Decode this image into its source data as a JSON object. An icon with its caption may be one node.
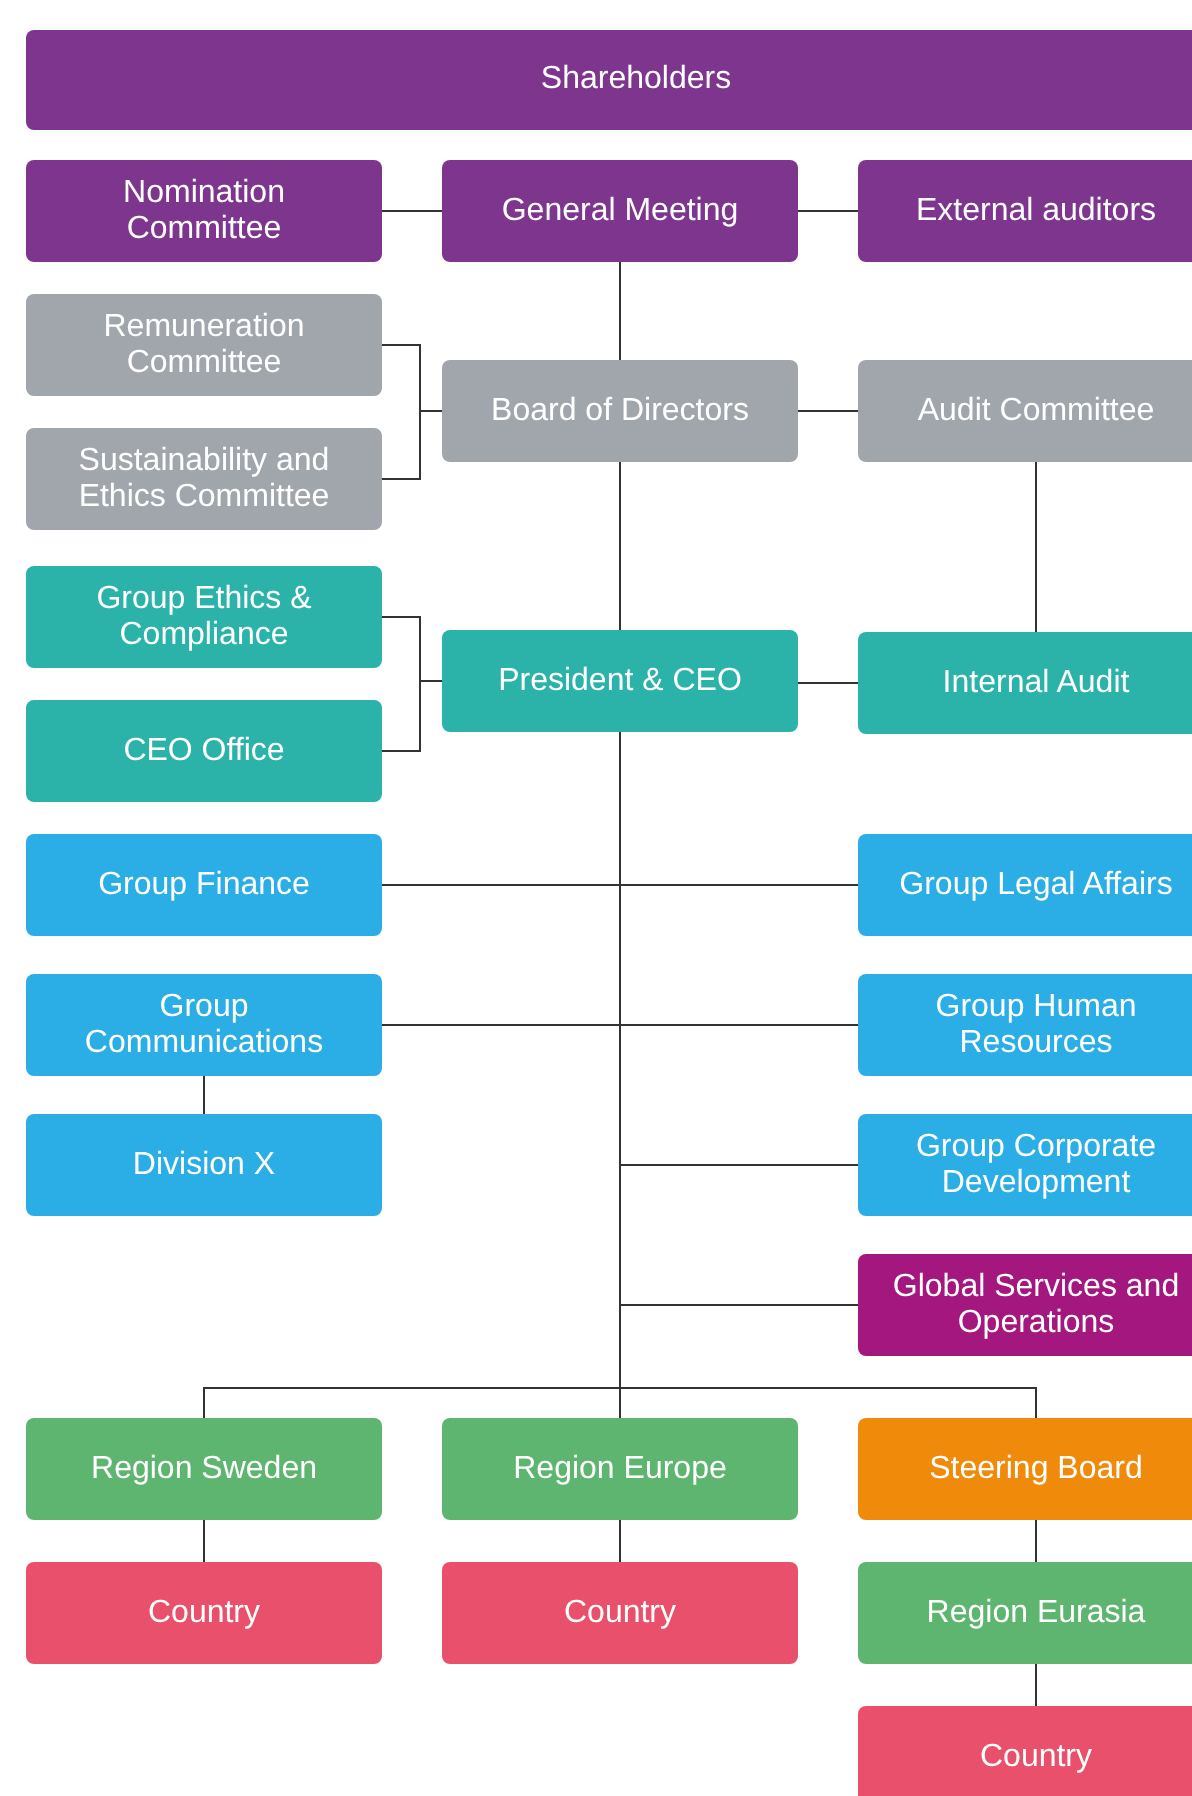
{
  "diagram": {
    "nodes": [
      {
        "text": [
          "Shareholders"
        ]
      },
      {
        "text": [
          "Nomination Committee"
        ]
      },
      {
        "text": [
          "General Meeting"
        ]
      },
      {
        "text": [
          "External auditors"
        ]
      },
      {
        "text": [
          "Remuneration Committee"
        ]
      },
      {
        "text": [
          "Board of Directors"
        ]
      },
      {
        "text": [
          "Audit Committee"
        ]
      },
      {
        "text": [
          "Sustainability and Ethics Committee"
        ]
      },
      {
        "text": [
          "Group Ethics & Compliance"
        ]
      },
      {
        "text": [
          "President & CEO"
        ]
      },
      {
        "text": [
          "Internal Audit"
        ]
      },
      {
        "text": [
          "CEO Office"
        ]
      },
      {
        "text": [
          "Group Finance"
        ]
      },
      {
        "text": [
          "Group Legal Affairs"
        ]
      },
      {
        "text": [
          "Group Communications"
        ]
      },
      {
        "text": [
          "Group Human Resources"
        ]
      },
      {
        "text": [
          "Division X"
        ]
      },
      {
        "text": [
          "Group Corporate Development"
        ]
      },
      {
        "text": [
          "Global Services and Operations"
        ]
      },
      {
        "text": [
          "Region Sweden"
        ]
      },
      {
        "text": [
          "Region Europe"
        ]
      },
      {
        "text": [
          "Steering Board"
        ]
      },
      {
        "text": [
          "Country"
        ]
      },
      {
        "text": [
          "Country"
        ]
      },
      {
        "text": [
          "Region Eurasia"
        ]
      },
      {
        "text": [
          "Country"
        ]
      }
    ],
    "edges": [
      {
        "from": 2,
        "to": 1,
        "arrow": "none"
      },
      {
        "from": 2,
        "to": 3,
        "arrow": "none"
      },
      {
        "from": 2,
        "to": 5,
        "arrow": "none"
      },
      {
        "from": 5,
        "to": 4,
        "arrow": "none"
      },
      {
        "from": 5,
        "to": 7,
        "arrow": "none"
      },
      {
        "from": 5,
        "to": 6,
        "arrow": "none"
      },
      {
        "from": 6,
        "to": 10,
        "arrow": "none"
      },
      {
        "from": 5,
        "to": 9,
        "arrow": "none"
      },
      {
        "from": 9,
        "to": 8,
        "arrow": "none"
      },
      {
        "from": 9,
        "to": 11,
        "arrow": "none"
      },
      {
        "from": 9,
        "to": 10,
        "arrow": "none"
      },
      {
        "from": 9,
        "to": 12,
        "arrow": "none"
      },
      {
        "from": 9,
        "to": 13,
        "arrow": "none"
      },
      {
        "from": 9,
        "to": 14,
        "arrow": "none"
      },
      {
        "from": 9,
        "to": 15,
        "arrow": "none"
      },
      {
        "from": 9,
        "to": 17,
        "arrow": "none"
      },
      {
        "from": 9,
        "to": 18,
        "arrow": "none"
      },
      {
        "from": 9,
        "to": 19,
        "arrow": "none"
      },
      {
        "from": 9,
        "to": 20,
        "arrow": "none"
      },
      {
        "from": 9,
        "to": 21,
        "arrow": "none"
      },
      {
        "from": 14,
        "to": 16,
        "arrow": "none"
      },
      {
        "from": 19,
        "to": 22,
        "arrow": "none"
      },
      {
        "from": 20,
        "to": 23,
        "arrow": "none"
      },
      {
        "from": 21,
        "to": 24,
        "arrow": "none"
      },
      {
        "from": 24,
        "to": 25,
        "arrow": "none"
      }
    ]
  }
}
